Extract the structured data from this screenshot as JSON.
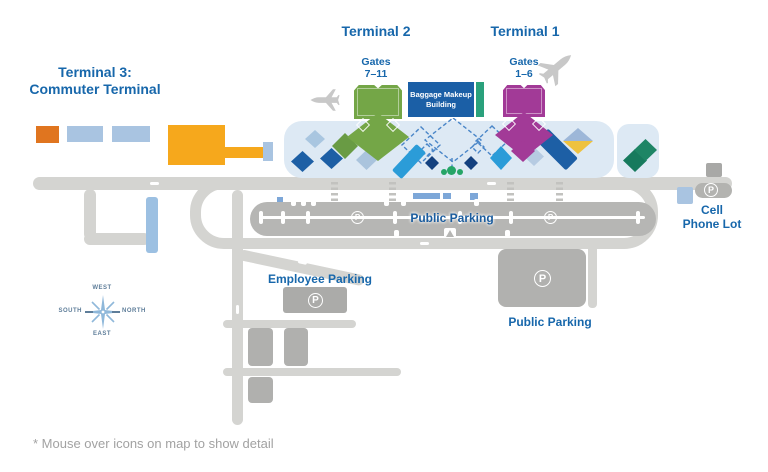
{
  "terminals": {
    "t2": {
      "name": "Terminal 2",
      "gates_label": "Gates",
      "gates_range": "7–11"
    },
    "t1": {
      "name": "Terminal 1",
      "gates_label": "Gates",
      "gates_range": "1–6"
    },
    "t3": {
      "name_line1": "Terminal 3:",
      "name_line2": "Commuter Terminal"
    }
  },
  "buildings": {
    "baggage_line1": "Baggage Makeup",
    "baggage_line2": "Building"
  },
  "parking": {
    "strip_label": "Public Parking",
    "lot_label": "Public Parking",
    "employee_label": "Employee Parking",
    "cell_line1": "Cell",
    "cell_line2": "Phone Lot",
    "symbol": "P"
  },
  "compass": {
    "top": "WEST",
    "right": "NORTH",
    "bottom": "EAST",
    "left": "SOUTH"
  },
  "footnote": "* Mouse over icons on map to show detail",
  "colors": {
    "heading_blue": "#1767ab",
    "road_gray": "#d4d4d1",
    "strip_gray": "#b6b6b4",
    "lot_gray": "#b1b1af",
    "band_blue": "#dde9f4",
    "terminal2_green": "#74a647",
    "terminal1_purple": "#a23a97",
    "baggage_blue": "#1b5fa6",
    "baggage_teal": "#2aa17c",
    "icon_navy": "#1d5fa5",
    "icon_cyan": "#2b9cd8",
    "icon_pale_blue": "#a9c6e0",
    "icon_dark_green": "#177a5d",
    "icon_gold": "#eec23f",
    "t3_orange": "#e0751f",
    "t3_amber": "#f6a81c",
    "dashed_blue": "#4a86c8",
    "plane_gray": "#c8c8c8"
  }
}
